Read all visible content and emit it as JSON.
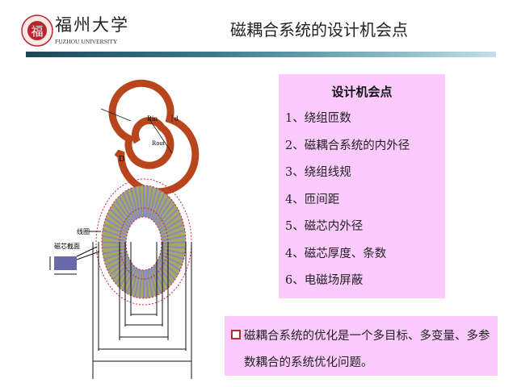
{
  "header": {
    "logo_text": "福州大学",
    "logo_subtitle": "FUZHOU UNIVERSITY",
    "title": "磁耦合系统的设计机会点"
  },
  "diagram": {
    "spiral_labels": {
      "r_in": "Rin",
      "r_out": "Rout",
      "d": "d",
      "D": "D"
    },
    "toroid_labels": {
      "coil": "线圈",
      "core_section": "磁芯截面"
    },
    "colors": {
      "spiral": "#b8451c",
      "core": "#8888c4",
      "winding": "#a8a860",
      "dashed": "#d02040"
    }
  },
  "design_points": {
    "heading": "设计机会点",
    "items": [
      "1、绕组匝数",
      "2、磁耦合系统的内外径",
      "3、绕组线规",
      "4、匝间距",
      "5、磁芯内外径",
      "4、磁芯厚度、条数",
      "6、电磁场屏蔽"
    ]
  },
  "note": {
    "text": "磁耦合系统的优化是一个多目标、多变量、多参数耦合的系统优化问题。",
    "bullet_color": "#c0282c"
  },
  "background_colors": {
    "panel": "#fccafc"
  }
}
